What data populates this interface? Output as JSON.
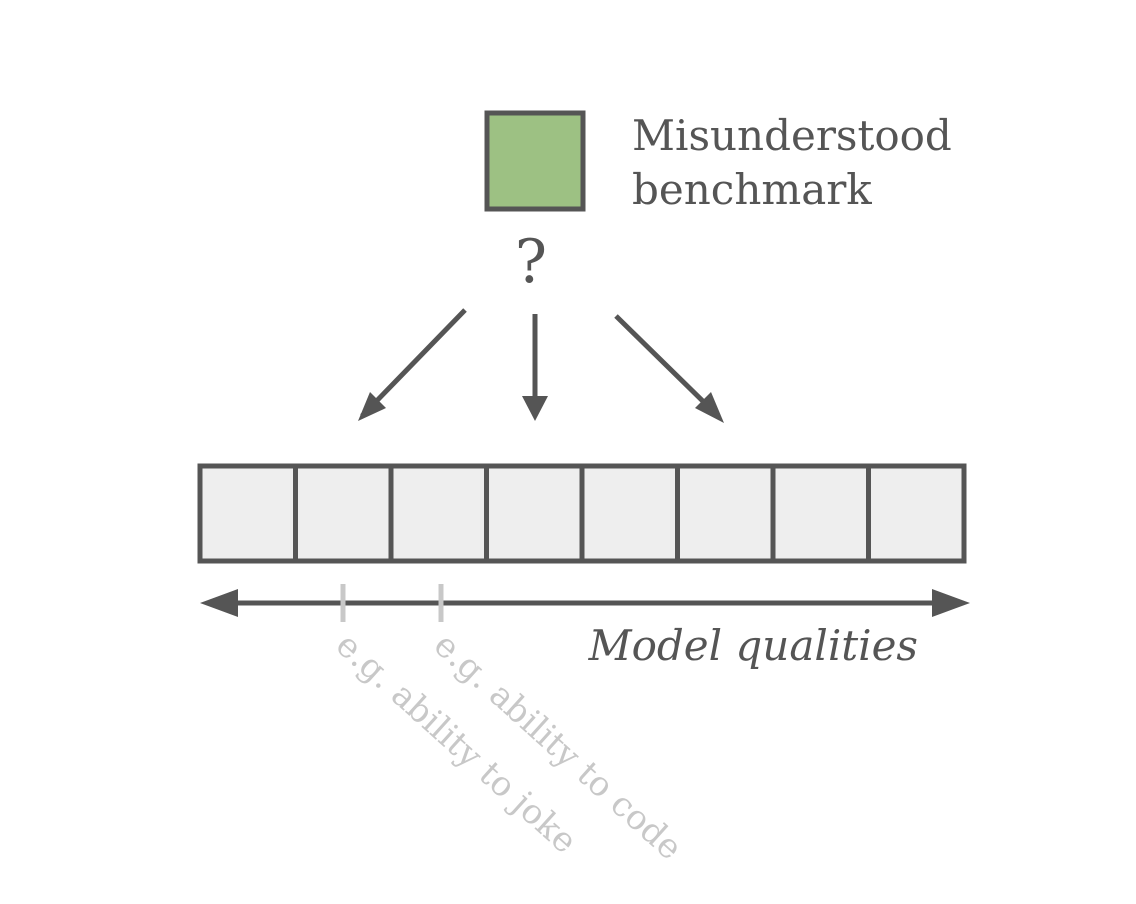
{
  "legend": {
    "label_line1": "Misunderstood",
    "label_line2": "benchmark",
    "swatch_color": "#9dc183"
  },
  "question_mark": "?",
  "axis": {
    "label": "Model qualities"
  },
  "qualities": {
    "cell_count": 8,
    "cell_fill": "#eeeeee",
    "stroke_color": "#555555"
  },
  "examples": [
    {
      "text": "e.g. ability to joke"
    },
    {
      "text": "e.g. ability to code"
    }
  ],
  "colors": {
    "ink": "#555555",
    "muted": "#c8c8c8",
    "background": "#ffffff"
  }
}
